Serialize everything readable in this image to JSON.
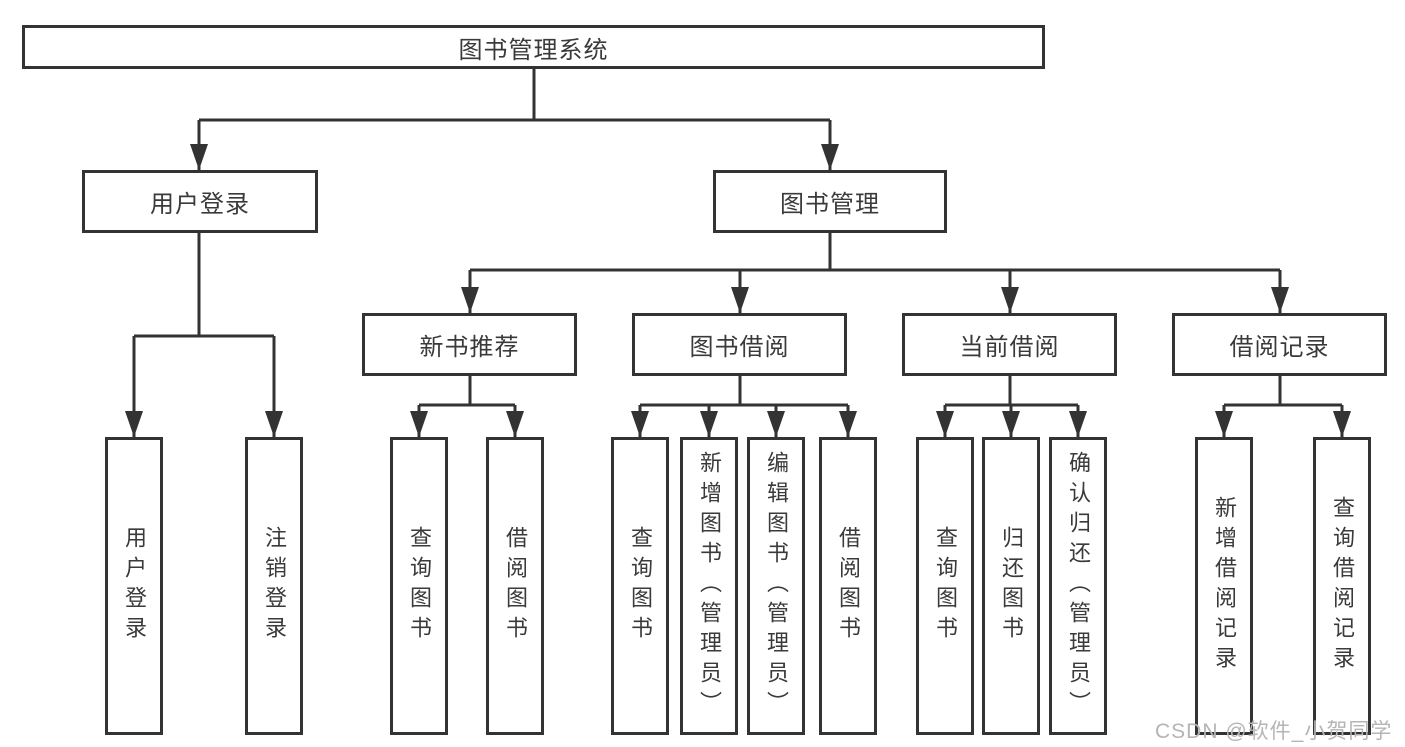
{
  "diagram": {
    "root": {
      "label": "图书管理系统"
    },
    "branches": [
      {
        "label": "用户登录",
        "leaves": [
          {
            "label": "用户登录"
          },
          {
            "label": "注销登录"
          }
        ]
      },
      {
        "label": "图书管理",
        "sections": [
          {
            "label": "新书推荐",
            "leaves": [
              {
                "label": "查询图书"
              },
              {
                "label": "借阅图书"
              }
            ]
          },
          {
            "label": "图书借阅",
            "leaves": [
              {
                "label": "查询图书"
              },
              {
                "label": "新增图书（管理员）"
              },
              {
                "label": "编辑图书（管理员）"
              },
              {
                "label": "借阅图书"
              }
            ]
          },
          {
            "label": "当前借阅",
            "leaves": [
              {
                "label": "查询图书"
              },
              {
                "label": "归还图书"
              },
              {
                "label": "确认归还（管理员）"
              }
            ]
          },
          {
            "label": "借阅记录",
            "leaves": [
              {
                "label": "新增借阅记录"
              },
              {
                "label": "查询借阅记录"
              }
            ]
          }
        ]
      }
    ]
  },
  "watermark": {
    "text": "CSDN @软件_小贺同学",
    "color": "#b6b4b4"
  },
  "colors": {
    "line": "#333333",
    "border": "#333333",
    "text": "#3a3a3a",
    "background": "#ffffff"
  }
}
